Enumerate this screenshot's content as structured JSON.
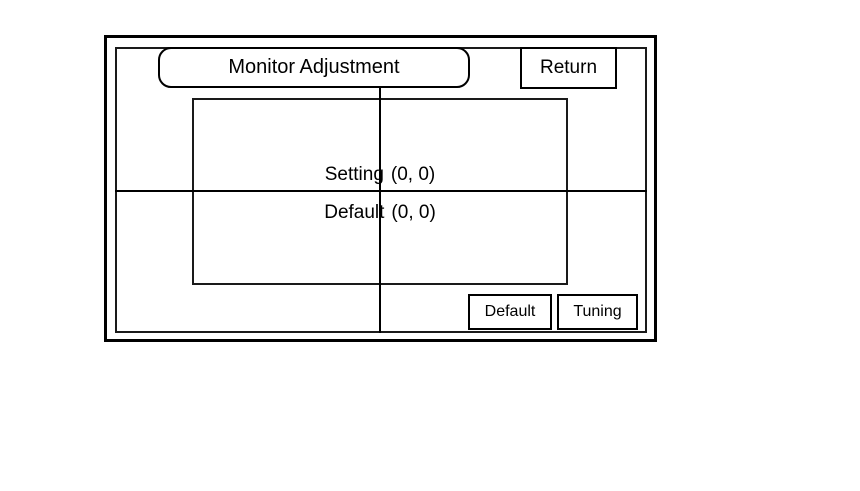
{
  "panel": {
    "title": "Monitor Adjustment",
    "return_button": "Return"
  },
  "adjustment": {
    "setting_label": "Setting",
    "setting_value": "(0, 0)",
    "default_label": "Default",
    "default_value": "(0, 0)"
  },
  "actions": {
    "default_button": "Default",
    "tuning_button": "Tuning"
  },
  "colors": {
    "line": "#000000",
    "background": "#ffffff",
    "text": "#000000"
  }
}
